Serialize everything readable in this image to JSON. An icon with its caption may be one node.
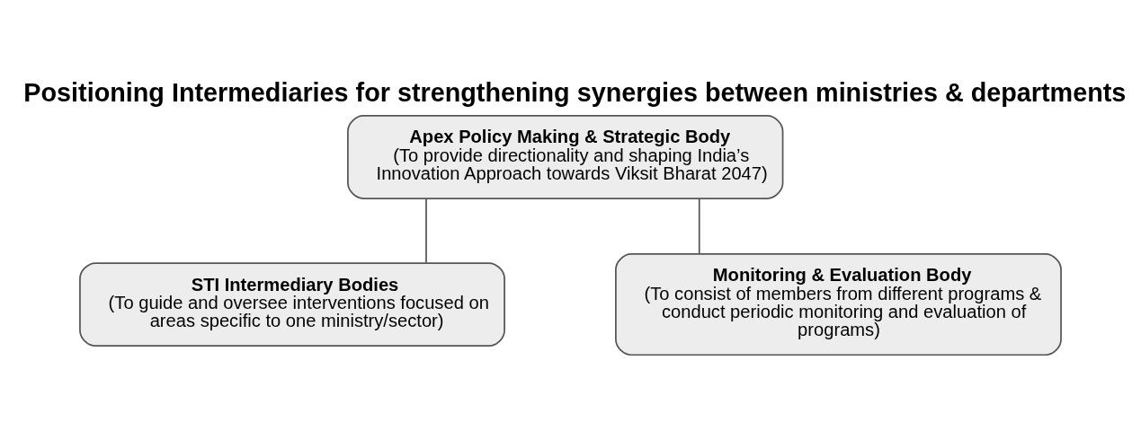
{
  "diagram": {
    "title": "Positioning Intermediaries for strengthening synergies between ministries & departments",
    "nodes": [
      {
        "text": [
          "Apex Policy Making & Strategic Body",
          "(To provide directionality and shaping India’s Innovation Approach towards Viksit Bharat 2047)"
        ]
      },
      {
        "text": [
          "STI Intermediary Bodies",
          "(To guide and oversee interventions focused on areas specific to one ministry/sector)"
        ]
      },
      {
        "text": [
          "Monitoring & Evaluation Body",
          "(To consist of members from different programs & conduct periodic monitoring and evaluation of programs)"
        ]
      }
    ],
    "edges": [
      {
        "from": 0,
        "to": 1,
        "arrow": "none"
      },
      {
        "from": 0,
        "to": 2,
        "arrow": "none"
      }
    ]
  }
}
